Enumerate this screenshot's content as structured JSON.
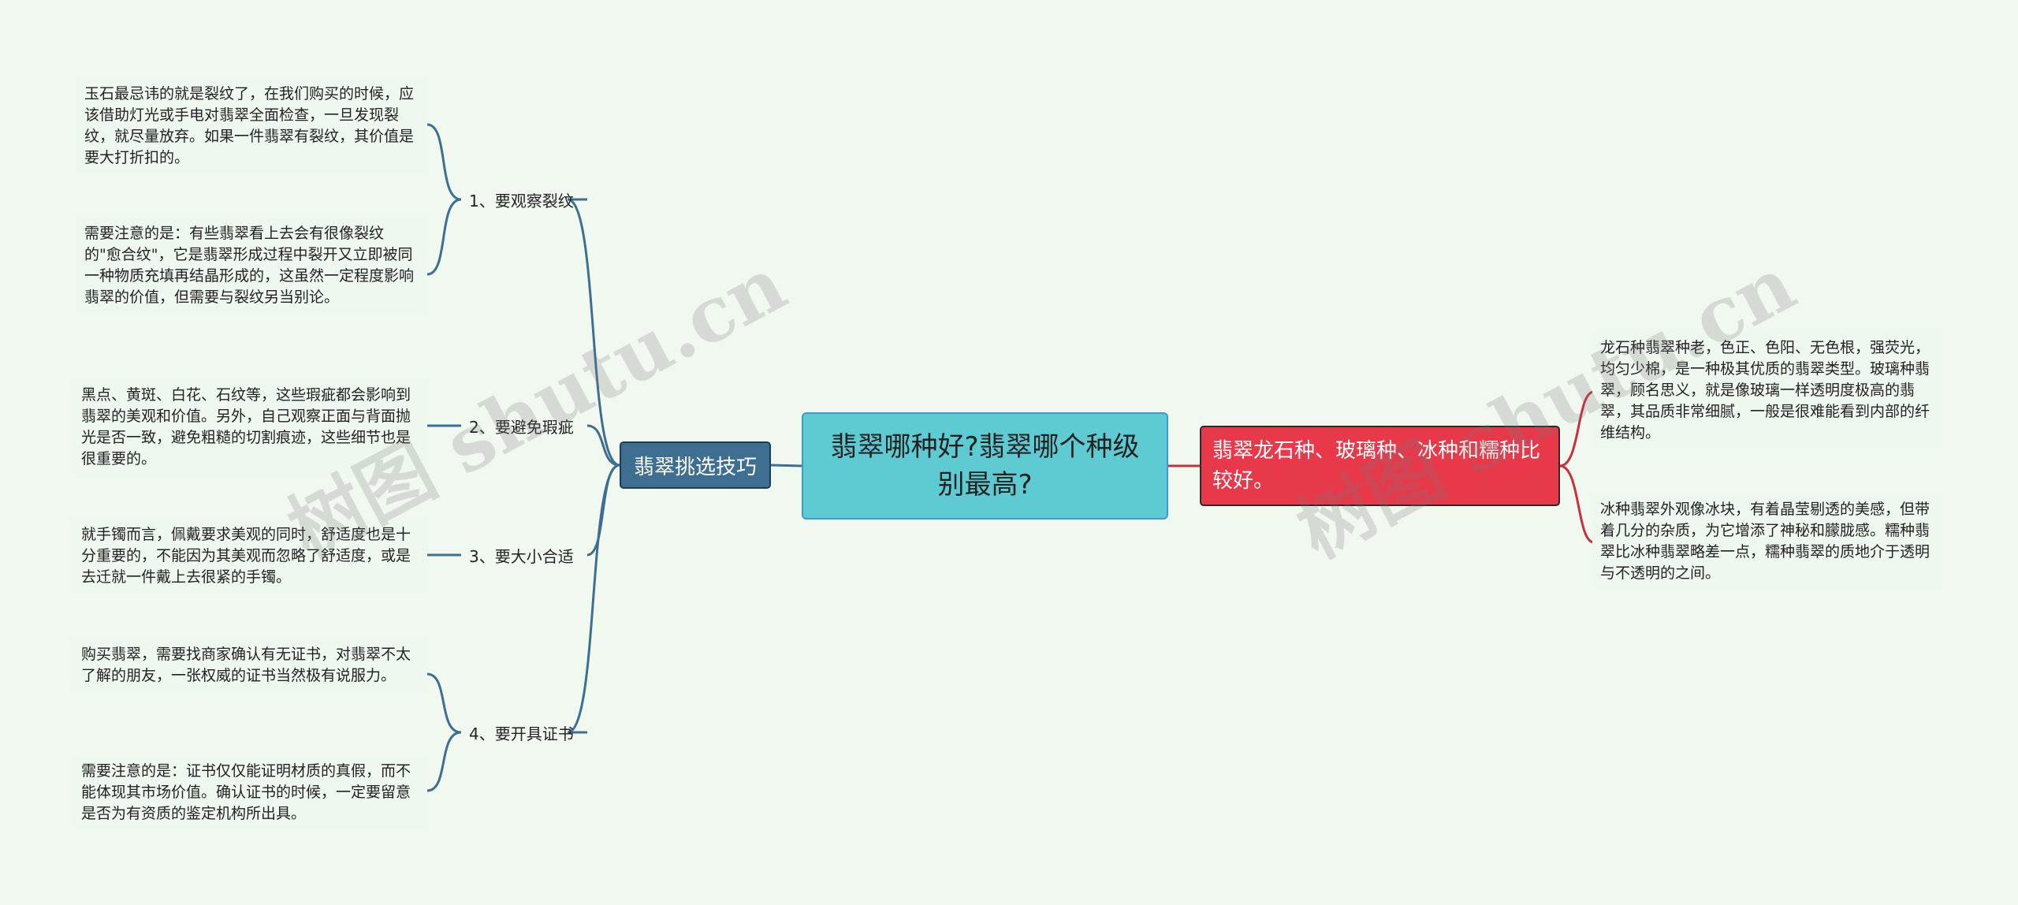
{
  "root": {
    "title": "翡翠哪种好?翡翠哪个种级别最高?"
  },
  "left_branch": {
    "label": "翡翠挑选技巧",
    "subs": [
      {
        "label": "1、要观察裂纹",
        "leaves": [
          "玉石最忌讳的就是裂纹了，在我们购买的时候，应该借助灯光或手电对翡翠全面检查，一旦发现裂纹，就尽量放弃。如果一件翡翠有裂纹，其价值是要大打折扣的。",
          "需要注意的是：有些翡翠看上去会有很像裂纹的\"愈合纹\"，它是翡翠形成过程中裂开又立即被同一种物质充填再结晶形成的，这虽然一定程度影响翡翠的价值，但需要与裂纹另当别论。"
        ]
      },
      {
        "label": "2、要避免瑕疵",
        "leaves": [
          "黑点、黄斑、白花、石纹等，这些瑕疵都会影响到翡翠的美观和价值。另外，自己观察正面与背面抛光是否一致，避免粗糙的切割痕迹，这些细节也是很重要的。"
        ]
      },
      {
        "label": "3、要大小合适",
        "leaves": [
          "就手镯而言，佩戴要求美观的同时，舒适度也是十分重要的，不能因为其美观而忽略了舒适度，或是去迁就一件戴上去很紧的手镯。"
        ]
      },
      {
        "label": "4、要开具证书",
        "leaves": [
          "购买翡翠，需要找商家确认有无证书，对翡翠不太了解的朋友，一张权威的证书当然极有说服力。",
          "需要注意的是：证书仅仅能证明材质的真假，而不能体现其市场价值。确认证书的时候，一定要留意是否为有资质的鉴定机构所出具。"
        ]
      }
    ]
  },
  "right_branch": {
    "label": "翡翠龙石种、玻璃种、冰种和糯种比较好。",
    "leaves": [
      "龙石种翡翠种老，色正、色阳、无色根，强荧光，均匀少棉，是一种极其优质的翡翠类型。玻璃种翡翠，顾名思义，就是像玻璃一样透明度极高的翡翠，其品质非常细腻，一般是很难能看到内部的纤维结构。",
      "冰种翡翠外观像冰块，有着晶莹剔透的美感，但带着几分的杂质，为它增添了神秘和朦胧感。糯种翡翠比冰种翡翠略差一点，糯种翡翠的质地介于透明与不透明的之间。"
    ]
  },
  "watermark": "树图 shutu.cn",
  "colors": {
    "background": "#f0f8ef",
    "root_fill": "#5ecbd2",
    "left_branch_fill": "#3e6f91",
    "right_branch_fill": "#e8394b",
    "left_line": "#3e6f91",
    "right_line": "#c8303f"
  }
}
